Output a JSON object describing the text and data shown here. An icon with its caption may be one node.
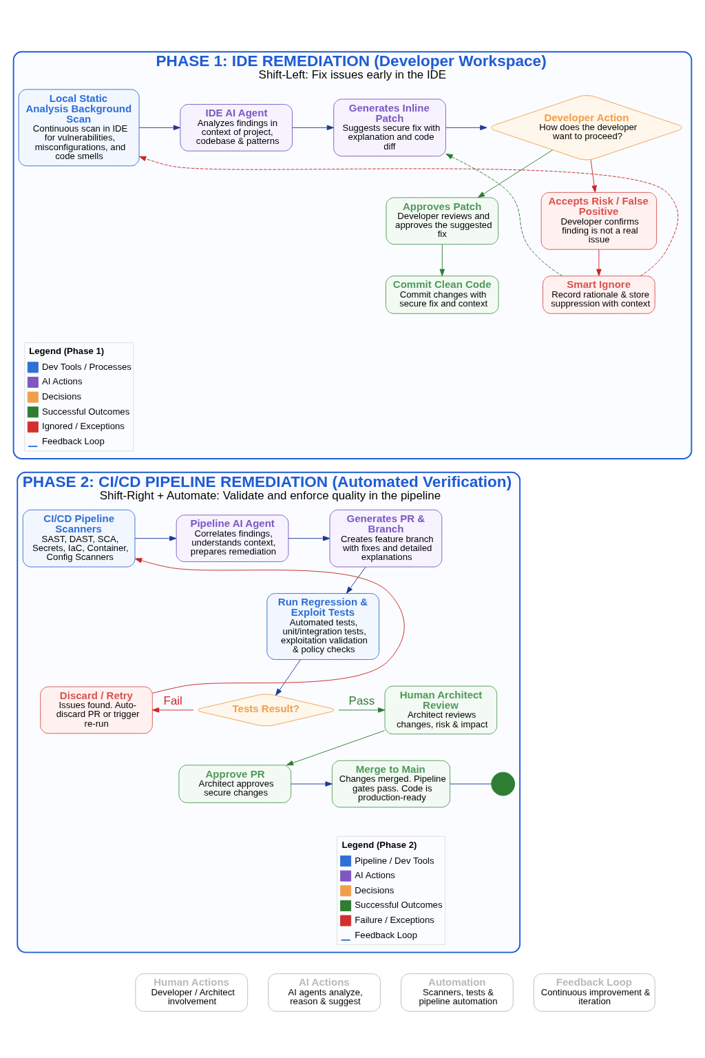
{
  "diagram": {
    "nodes": [
      {
        "text": [
          "PHASE 1: IDE REMEDIATION (Developer Workspace)",
          "Shift-Left: Fix issues early in the IDE"
        ]
      },
      {
        "text": [
          "Local Static Analysis Background Scan",
          "Continuous scan in IDE for vulnerabilities, misconfigurations, and code smells"
        ],
        "in": 0
      },
      {
        "text": [
          "IDE AI Agent",
          "Analyzes findings in context of project, codebase & patterns"
        ],
        "in": 0
      },
      {
        "text": [
          "Generates Inline Patch",
          "Suggests secure fix with explanation and code diff"
        ],
        "in": 0
      },
      {
        "text": [
          "Developer Action",
          "How does the developer want to proceed?"
        ],
        "in": 0
      },
      {
        "text": [
          "Accepts Risk / False Positive",
          "Developer confirms finding is not a real issue"
        ],
        "in": 0
      },
      {
        "text": [
          "Approves Patch",
          "Developer reviews and approves the suggested fix"
        ],
        "in": 0
      },
      {
        "text": [
          "Smart Ignore",
          "Record rationale & store suppression with context"
        ],
        "in": 0
      },
      {
        "text": [
          "Commit Clean Code",
          "Commit changes with secure fix and context"
        ],
        "in": 0
      },
      {
        "text": [
          "PHASE 2: CI/CD PIPELINE REMEDIATION (Automated Verification)",
          "Shift-Right + Automate: Validate and enforce quality in the pipeline"
        ]
      },
      {
        "text": [
          "CI/CD Pipeline Scanners",
          "SAST, DAST, SCA, Secrets, IaC, Container, Config Scanners"
        ],
        "in": 9
      },
      {
        "text": [
          "Pipeline AI Agent",
          "Correlates findings, understands context, prepares remediation"
        ],
        "in": 9
      },
      {
        "text": [
          "Generates PR & Branch",
          "Creates feature branch with fixes and detailed explanations"
        ],
        "in": 9
      },
      {
        "text": [
          "Run Regression & Exploit Tests",
          "Automated tests, unit/integration tests, exploitation validation & policy checks"
        ],
        "in": 9
      },
      {
        "text": [
          "Tests Result?"
        ],
        "in": 9
      },
      {
        "text": [
          "Discard / Retry",
          "Issues found. Auto-discard PR or trigger re-run"
        ],
        "in": 9
      },
      {
        "text": [
          "Human Architect Review",
          "Architect reviews changes, risk & impact"
        ],
        "in": 9
      },
      {
        "text": [
          "Approve PR",
          "Architect approves secure changes"
        ],
        "in": 9
      },
      {
        "text": [
          "Merge to Main",
          "Changes merged. Pipeline gates pass. Code is production-ready"
        ],
        "in": 9
      },
      {
        "text": [],
        "shape": "circle",
        "in": 9
      },
      {
        "text": [
          "Human Actions",
          "Developer / Architect involvement"
        ]
      },
      {
        "text": [
          "AI Actions",
          "AI agents analyze, reason & suggest"
        ]
      },
      {
        "text": [
          "Automation",
          "Scanners, tests & pipeline automation"
        ]
      },
      {
        "text": [
          "Feedback Loop",
          "Continuous improvement & iteration"
        ]
      }
    ],
    "edges": [
      {
        "from": 1,
        "to": 2,
        "arrow": "to"
      },
      {
        "from": 2,
        "to": 3,
        "arrow": "to"
      },
      {
        "from": 3,
        "to": 4,
        "arrow": "to"
      },
      {
        "from": 4,
        "to": 5,
        "arrow": "to",
        "color": "#c62828"
      },
      {
        "from": 4,
        "to": 6,
        "arrow": "to",
        "color": "#2e7d32"
      },
      {
        "from": 5,
        "to": 7,
        "arrow": "to",
        "color": "#c62828"
      },
      {
        "from": 6,
        "to": 8,
        "arrow": "to",
        "color": "#2e7d32"
      },
      {
        "from": 7,
        "to": 3,
        "arrow": "to",
        "style": "dashed",
        "color": "#2e7d32"
      },
      {
        "from": 7,
        "to": 1,
        "arrow": "to",
        "style": "dashed",
        "color": "#c62828"
      },
      {
        "from": 10,
        "to": 11,
        "arrow": "to"
      },
      {
        "from": 11,
        "to": 12,
        "arrow": "to"
      },
      {
        "from": 12,
        "to": 13,
        "arrow": "to"
      },
      {
        "from": 13,
        "to": 14,
        "arrow": "to"
      },
      {
        "from": 14,
        "to": 15,
        "arrow": "to",
        "label": "Fail",
        "color": "#c62828"
      },
      {
        "from": 14,
        "to": 16,
        "arrow": "to",
        "label": "Pass",
        "color": "#2e7d32"
      },
      {
        "from": 16,
        "to": 17,
        "arrow": "to",
        "color": "#2e7d32"
      },
      {
        "from": 17,
        "to": 18,
        "arrow": "to"
      },
      {
        "from": 18,
        "to": 19,
        "arrow": "none"
      },
      {
        "from": 15,
        "to": 10,
        "arrow": "to",
        "color": "#c62828"
      }
    ],
    "labels": [
      "Legend (Phase 1)",
      "Legend (Phase 2)"
    ],
    "legend": [
      {
        "text": "Dev Tools / Processes",
        "color": "#2f6fd6"
      },
      {
        "text": "AI Actions",
        "color": "#7e57c2"
      },
      {
        "text": "Decisions",
        "color": "#f0a04b"
      },
      {
        "text": "Successful Outcomes",
        "color": "#2e7d32"
      },
      {
        "text": "Ignored / Exceptions",
        "color": "#d32f2f"
      },
      {
        "text": "Feedback Loop"
      },
      {
        "text": "Pipeline / Dev Tools",
        "color": "#2f6fd6"
      },
      {
        "text": "AI Actions",
        "color": "#7e57c2"
      },
      {
        "text": "Decisions",
        "color": "#f0a04b"
      },
      {
        "text": "Successful Outcomes",
        "color": "#2e7d32"
      },
      {
        "text": "Failure / Exceptions",
        "color": "#d32f2f"
      },
      {
        "text": "Feedback Loop"
      }
    ]
  }
}
